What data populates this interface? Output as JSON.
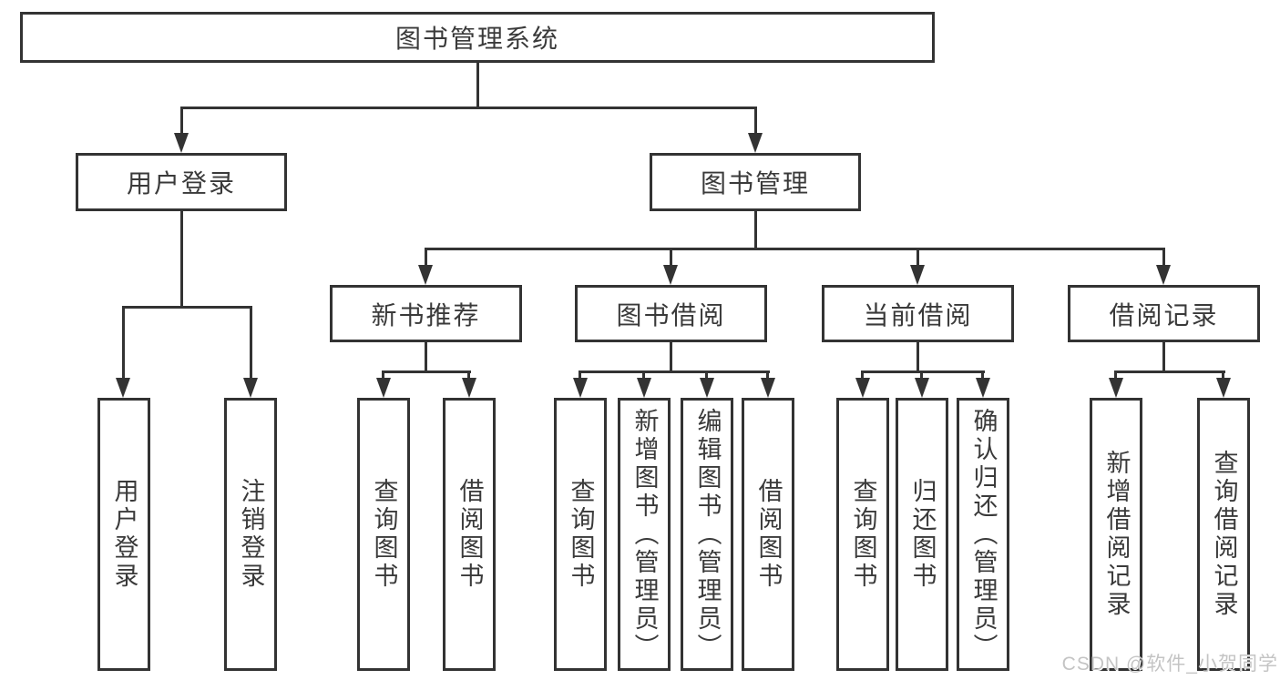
{
  "diagram": {
    "root": "图书管理系统",
    "level1": [
      "用户登录",
      "图书管理"
    ],
    "level2": [
      "新书推荐",
      "图书借阅",
      "当前借阅",
      "借阅记录"
    ],
    "leaves": {
      "user_login": [
        "用户登录",
        "注销登录"
      ],
      "new_books": [
        "查询图书",
        "借阅图书"
      ],
      "book_borrow": [
        "查询图书",
        "新增图书（管理员）",
        "编辑图书（管理员）",
        "借阅图书"
      ],
      "current_borrow": [
        "查询图书",
        "归还图书",
        "确认归还（管理员）"
      ],
      "borrow_records": [
        "新增借阅记录",
        "查询借阅记录"
      ]
    }
  },
  "watermark": "CSDN @软件_小贺同学",
  "colors": {
    "line": "#333333",
    "text": "#3a3a3a",
    "watermark": "#c4c4c4",
    "background": "#ffffff"
  }
}
